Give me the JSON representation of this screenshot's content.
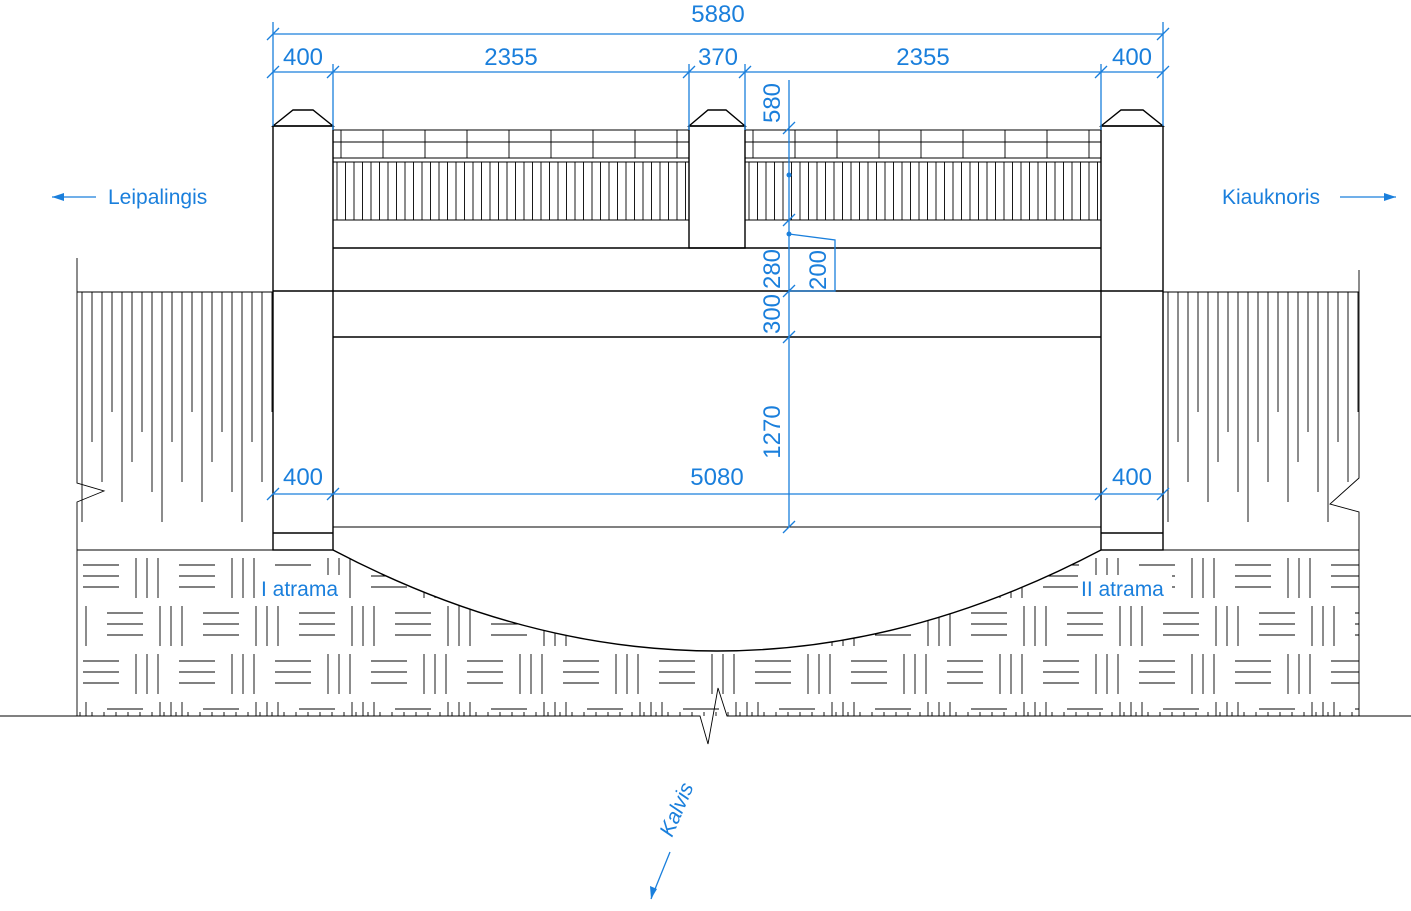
{
  "dimensions": {
    "overall_width": "5880",
    "top_left_pillar": "400",
    "top_left_span": "2355",
    "top_middle_pillar": "370",
    "top_right_span": "2355",
    "top_right_pillar": "400",
    "bottom_left_pillar": "400",
    "bottom_span": "5080",
    "bottom_right_pillar": "400",
    "railing_height": "580",
    "deck_edge": "280",
    "deck_offset": "200",
    "beam_height": "300",
    "abutment_height": "1270"
  },
  "labels": {
    "left_direction": "Leipalingis",
    "right_direction": "Kiauknoris",
    "river": "Kalvis",
    "left_support": "I atrama",
    "right_support": "II atrama"
  },
  "colors": {
    "annotation": "#1a7fdc",
    "linework": "#000000"
  }
}
